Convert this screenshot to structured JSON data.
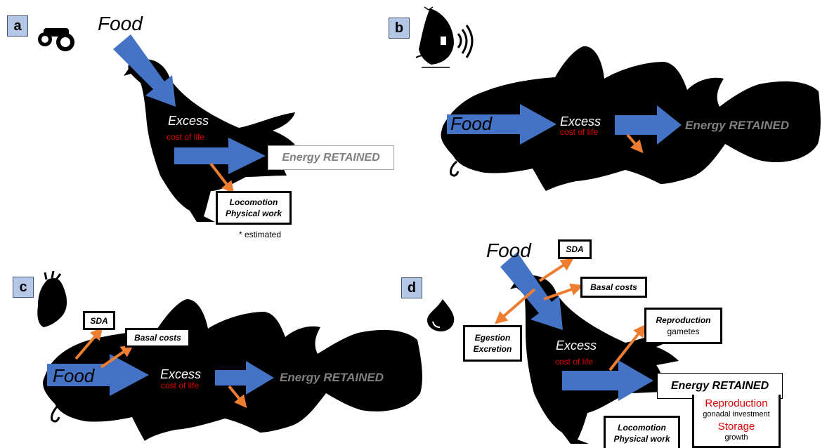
{
  "panels": {
    "a": {
      "label": "a",
      "food": "Food",
      "excess": "Excess",
      "cost_of_life": "cost of life",
      "energy_retained": "Energy RETAINED",
      "locomotion": "Locomotion",
      "physical_work": "Physical work",
      "note": "* estimated"
    },
    "b": {
      "label": "b",
      "food": "Food",
      "excess": "Excess",
      "cost_of_life": "cost of life",
      "energy_retained": "Energy RETAINED"
    },
    "c": {
      "label": "c",
      "food": "Food",
      "sda": "SDA",
      "basal_costs": "Basal costs",
      "excess": "Excess",
      "cost_of_life": "cost of life",
      "energy_retained": "Energy RETAINED"
    },
    "d": {
      "label": "d",
      "food": "Food",
      "sda": "SDA",
      "basal_costs": "Basal costs",
      "egestion": "Egestion",
      "excretion": "Excretion",
      "reproduction_gametes_title": "Reproduction",
      "gametes": "gametes",
      "excess": "Excess",
      "cost_of_life": "cost of life",
      "energy_retained": "Energy RETAINED",
      "reproduction": "Reproduction",
      "gonadal_investment": "gonadal investment",
      "storage": "Storage",
      "growth": "growth",
      "locomotion": "Locomotion",
      "physical_work": "Physical work"
    }
  },
  "colors": {
    "arrow_blue": "#4472c4",
    "arrow_orange": "#ed7d31",
    "cost_red": "#e00000",
    "retained_gray": "#808080",
    "label_fill": "#b4c7e7"
  },
  "icons": {
    "a": "binoculars-icon",
    "b": "fish-acoustic-tag-icon",
    "c": "heart-icon",
    "d": "water-drop-icon"
  }
}
